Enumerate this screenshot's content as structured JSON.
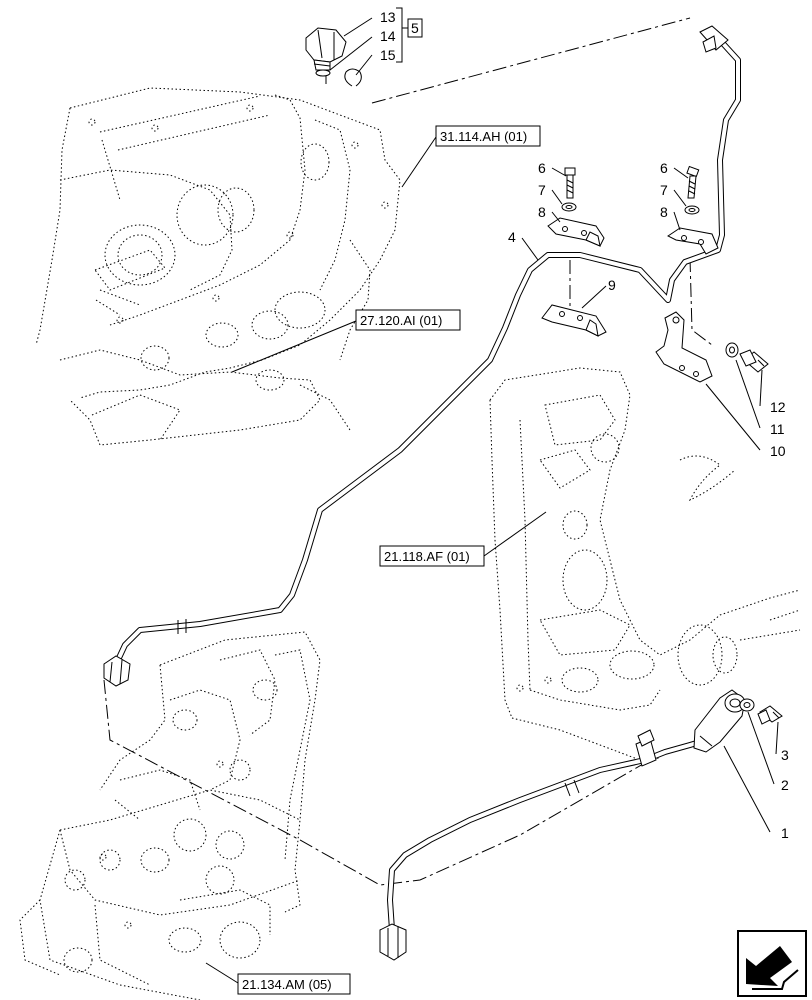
{
  "diagram": {
    "reference_labels": {
      "transmission_top": "31.114.AH (01)",
      "linkage": "27.120.AI (01)",
      "housing_right": "21.118.AF (01)",
      "valve_block": "21.134.AM (05)"
    },
    "callouts": {
      "c1": "1",
      "c2": "2",
      "c3": "3",
      "c4": "4",
      "c5": "5",
      "c6a": "6",
      "c6b": "6",
      "c7a": "7",
      "c7b": "7",
      "c8a": "8",
      "c8b": "8",
      "c9": "9",
      "c10": "10",
      "c11": "11",
      "c12": "12",
      "c13": "13",
      "c14": "14",
      "c15": "15"
    },
    "nav_icon": "previous-arrow-icon"
  }
}
